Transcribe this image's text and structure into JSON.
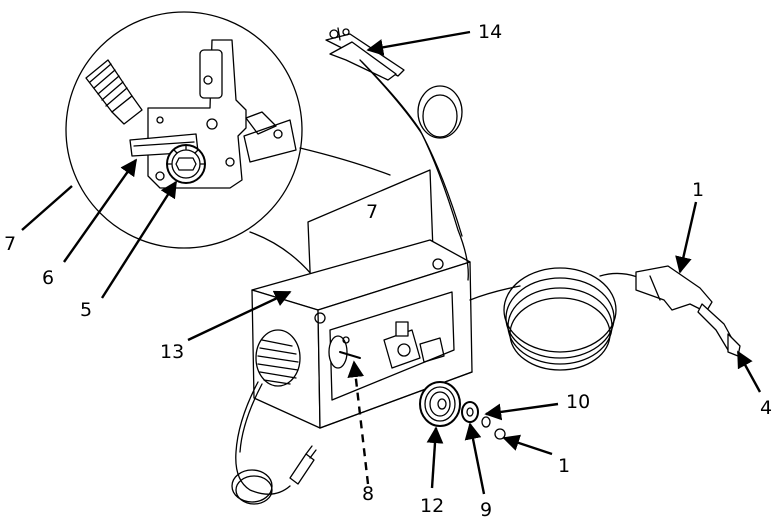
{
  "callouts": {
    "c1_top": "1",
    "c1_bottom": "1",
    "c4": "4",
    "c5": "5",
    "c6": "6",
    "c7_left": "7",
    "c7_panel": "7",
    "c8": "8",
    "c9": "9",
    "c10": "10",
    "c12": "12",
    "c13": "13",
    "c14": "14"
  }
}
